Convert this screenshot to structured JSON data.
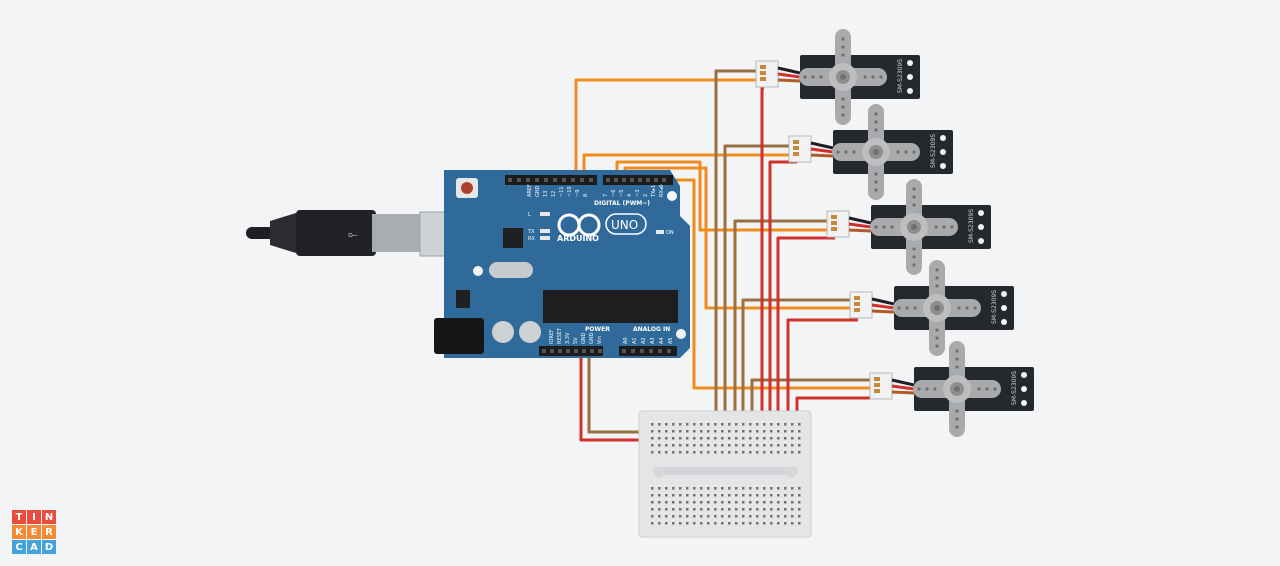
{
  "board": {
    "brand": "ARDUINO",
    "model": "UNO",
    "digital_header": "DIGITAL (PWM~)",
    "power_header": "POWER",
    "analog_header": "ANALOG IN",
    "on_label": "ON",
    "led_labels": [
      "L",
      "TX",
      "RX"
    ],
    "top_pins_left": [
      "AREF",
      "GND",
      "13",
      "12",
      "~11",
      "~10",
      "~9",
      "8"
    ],
    "top_pins_right": [
      "7",
      "~6",
      "~5",
      "4",
      "~3",
      "2",
      "TX▸1",
      "RX◂0"
    ],
    "power_pins": [
      "IOREF",
      "RESET",
      "3.3V",
      "5V",
      "GND",
      "GND",
      "Vin"
    ],
    "analog_pins": [
      "A0",
      "A1",
      "A2",
      "A3",
      "A4",
      "A5"
    ]
  },
  "servos": [
    {
      "label": "SM-S2309S"
    },
    {
      "label": "SM-S2309S"
    },
    {
      "label": "SM-S2309S"
    },
    {
      "label": "SM-S2309S"
    },
    {
      "label": "SM-S2309S"
    }
  ],
  "colors": {
    "board": "#2f6a9a",
    "signal_wire": "#f08c1e",
    "power_wire": "#d0312d",
    "ground_wire": "#9a7040",
    "servo_body": "#25292d",
    "horn": "#a9aaab"
  },
  "logo": {
    "letters": [
      "T",
      "I",
      "N",
      "K",
      "E",
      "R",
      "C",
      "A",
      "D"
    ],
    "colors": [
      "#e84c3d",
      "#e84c3d",
      "#e84c3d",
      "#f58a34",
      "#f58a34",
      "#f58a34",
      "#45a3dc",
      "#45a3dc",
      "#45a3dc"
    ]
  }
}
